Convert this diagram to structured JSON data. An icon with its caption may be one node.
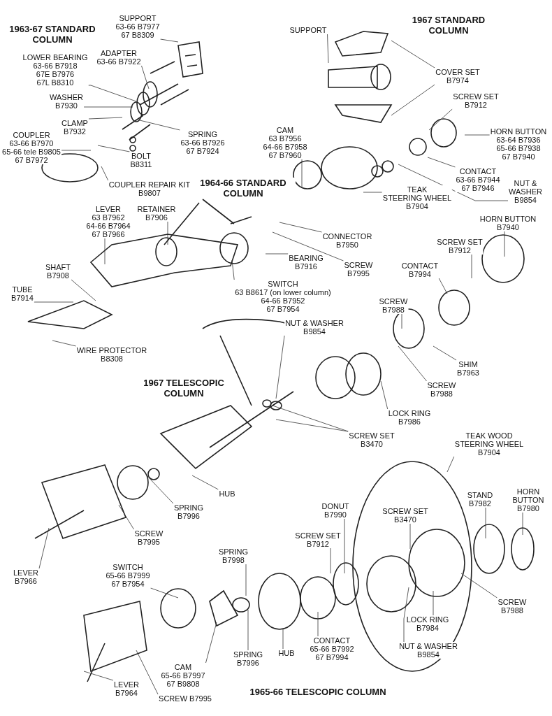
{
  "diagram": {
    "nodes": [
      {
        "text": [
          "SUPPORT",
          "63-66 B7977",
          "67 B8309"
        ]
      },
      {
        "text": [
          "ADAPTER",
          "63-66  B7922"
        ]
      },
      {
        "text": [
          "LOWER BEARING",
          "63-66 B7918",
          "67E B7976",
          "67L B8310"
        ]
      },
      {
        "text": [
          "WASHER",
          "B7930"
        ]
      },
      {
        "text": [
          "CLAMP",
          "B7932"
        ]
      },
      {
        "text": [
          "SPRING",
          "63-66  B7926",
          "67  B7924"
        ]
      },
      {
        "text": [
          "COUPLER",
          "63-66 B7970",
          "65-66 tele B9805",
          "67 B7972"
        ]
      },
      {
        "text": [
          "BOLT",
          "B8311"
        ]
      },
      {
        "text": [
          "COUPLER REPAIR KIT",
          "B9807"
        ]
      },
      {
        "text": [
          "CAM",
          "63  B7956",
          "64-66  B7958",
          "67  B7960"
        ]
      },
      {
        "text": [
          "SUPPORT"
        ]
      },
      {
        "text": [
          "COVER SET",
          "B7974"
        ]
      },
      {
        "text": [
          "SCREW SET",
          "B7912"
        ]
      },
      {
        "text": [
          "HORN BUTTON",
          "63-64  B7936",
          "65-66  B7938",
          "67  B7940"
        ]
      },
      {
        "text": [
          "CONTACT",
          "63-66  B7944",
          "67  B7946"
        ]
      },
      {
        "text": [
          "NUT &",
          "WASHER",
          "B9854"
        ]
      },
      {
        "text": [
          "TEAK",
          "STEERING WHEEL",
          "B7904"
        ]
      },
      {
        "text": [
          "HORN BUTTON",
          "B7940"
        ]
      },
      {
        "text": [
          "CONNECTOR",
          "B7950"
        ]
      },
      {
        "text": [
          "LEVER",
          "63  B7962",
          "64-66  B7964",
          "67  B7966"
        ]
      },
      {
        "text": [
          "RETAINER",
          "B7906"
        ]
      },
      {
        "text": [
          "BEARING",
          "B7916"
        ]
      },
      {
        "text": [
          "SCREW",
          "B7995"
        ]
      },
      {
        "text": [
          "SWITCH",
          "63  B8617 (on lower column)",
          "64-66  B7952",
          "67  B7954"
        ]
      },
      {
        "text": [
          "SHAFT",
          "B7908"
        ]
      },
      {
        "text": [
          "TUBE",
          "B7914"
        ]
      },
      {
        "text": [
          "WIRE PROTECTOR",
          "B8308"
        ]
      },
      {
        "text": [
          "SCREW SET",
          "B7912"
        ]
      },
      {
        "text": [
          "CONTACT",
          "B7994"
        ]
      },
      {
        "text": [
          "SCREW",
          "B7988"
        ]
      },
      {
        "text": [
          "NUT & WASHER",
          "B9854"
        ]
      },
      {
        "text": [
          "SHIM",
          "B7963"
        ]
      },
      {
        "text": [
          "SCREW",
          "B7988"
        ]
      },
      {
        "text": [
          "LOCK RING",
          "B7986"
        ]
      },
      {
        "text": [
          "SCREW SET",
          "B3470"
        ]
      },
      {
        "text": [
          "TEAK WOOD",
          "STEERING WHEEL",
          "B7904"
        ]
      },
      {
        "text": [
          "HUB"
        ]
      },
      {
        "text": [
          "SPRING",
          "B7996"
        ]
      },
      {
        "text": [
          "SCREW",
          "B7995"
        ]
      },
      {
        "text": [
          "LEVER",
          "B7966"
        ]
      },
      {
        "text": [
          "SWITCH",
          "65-66  B7999",
          "67  B7954"
        ]
      },
      {
        "text": [
          "SPRING",
          "B7998"
        ]
      },
      {
        "text": [
          "CAM",
          "65-66  B7997",
          "67  B9808"
        ]
      },
      {
        "text": [
          "SPRING",
          "B7996"
        ]
      },
      {
        "text": [
          "LEVER",
          "B7964"
        ]
      },
      {
        "text": [
          "SCREW  B7995"
        ]
      },
      {
        "text": [
          "HUB"
        ]
      },
      {
        "text": [
          "CONTACT",
          "65-66  B7992",
          "67  B7994"
        ]
      },
      {
        "text": [
          "DONUT",
          "B7990"
        ]
      },
      {
        "text": [
          "SCREW SET",
          "B7912"
        ]
      },
      {
        "text": [
          "SCREW SET",
          "B3470"
        ]
      },
      {
        "text": [
          "STAND",
          "B7982"
        ]
      },
      {
        "text": [
          "HORN",
          "BUTTON",
          "B7980"
        ]
      },
      {
        "text": [
          "SCREW",
          "B7988"
        ]
      },
      {
        "text": [
          "LOCK RING",
          "B7984"
        ]
      },
      {
        "text": [
          "NUT & WASHER",
          "B9854"
        ]
      },
      {
        "text": [],
        "shape": "picture"
      }
    ],
    "edges": [
      {
        "from": 0,
        "to": 56,
        "arrow": "none"
      },
      {
        "from": 1,
        "to": null,
        "arrow": "none"
      },
      {
        "from": 2,
        "to": null,
        "arrow": "none"
      },
      {
        "from": 3,
        "to": null,
        "arrow": "none"
      },
      {
        "from": 4,
        "to": null,
        "arrow": "none"
      },
      {
        "from": 5,
        "to": null,
        "arrow": "none"
      },
      {
        "from": 6,
        "to": null,
        "arrow": "none"
      },
      {
        "from": 7,
        "to": null,
        "arrow": "none"
      },
      {
        "from": 8,
        "to": null,
        "arrow": "none"
      },
      {
        "from": 9,
        "to": null,
        "arrow": "none"
      },
      {
        "from": 10,
        "to": null,
        "arrow": "none"
      },
      {
        "from": 11,
        "to": null,
        "arrow": "none"
      },
      {
        "from": 11,
        "to": null,
        "arrow": "none"
      },
      {
        "from": 12,
        "to": null,
        "arrow": "none"
      },
      {
        "from": 13,
        "to": null,
        "arrow": "none"
      },
      {
        "from": 14,
        "to": null,
        "arrow": "none"
      },
      {
        "from": 15,
        "to": null,
        "arrow": "none"
      },
      {
        "from": 16,
        "to": null,
        "arrow": "none"
      },
      {
        "from": 17,
        "to": null,
        "arrow": "none"
      },
      {
        "from": 18,
        "to": null,
        "arrow": "none"
      },
      {
        "from": 19,
        "to": null,
        "arrow": "none"
      },
      {
        "from": 20,
        "to": null,
        "arrow": "none"
      },
      {
        "from": 21,
        "to": null,
        "arrow": "none"
      },
      {
        "from": 22,
        "to": null,
        "arrow": "none"
      },
      {
        "from": 23,
        "to": null,
        "arrow": "none"
      },
      {
        "from": 24,
        "to": null,
        "arrow": "none"
      },
      {
        "from": 25,
        "to": null,
        "arrow": "none"
      },
      {
        "from": 26,
        "to": null,
        "arrow": "none"
      },
      {
        "from": 27,
        "to": null,
        "arrow": "none"
      },
      {
        "from": 28,
        "to": null,
        "arrow": "none"
      },
      {
        "from": 29,
        "to": null,
        "arrow": "none"
      },
      {
        "from": 30,
        "to": null,
        "arrow": "none"
      },
      {
        "from": 31,
        "to": null,
        "arrow": "none"
      },
      {
        "from": 32,
        "to": null,
        "arrow": "none"
      },
      {
        "from": 33,
        "to": null,
        "arrow": "none"
      },
      {
        "from": 34,
        "to": null,
        "arrow": "none"
      },
      {
        "from": 34,
        "to": null,
        "arrow": "none"
      },
      {
        "from": 35,
        "to": null,
        "arrow": "none"
      },
      {
        "from": 36,
        "to": null,
        "arrow": "none"
      },
      {
        "from": 37,
        "to": null,
        "arrow": "none"
      },
      {
        "from": 38,
        "to": null,
        "arrow": "none"
      },
      {
        "from": 39,
        "to": null,
        "arrow": "none"
      },
      {
        "from": 40,
        "to": null,
        "arrow": "none"
      },
      {
        "from": 41,
        "to": null,
        "arrow": "none"
      },
      {
        "from": 42,
        "to": null,
        "arrow": "none"
      },
      {
        "from": 43,
        "to": null,
        "arrow": "none"
      },
      {
        "from": 44,
        "to": null,
        "arrow": "none"
      },
      {
        "from": 45,
        "to": null,
        "arrow": "none"
      },
      {
        "from": 46,
        "to": null,
        "arrow": "none"
      },
      {
        "from": 47,
        "to": null,
        "arrow": "none"
      },
      {
        "from": 48,
        "to": null,
        "arrow": "none"
      },
      {
        "from": 49,
        "to": null,
        "arrow": "none"
      },
      {
        "from": 50,
        "to": null,
        "arrow": "none"
      },
      {
        "from": 51,
        "to": null,
        "arrow": "none"
      },
      {
        "from": 52,
        "to": null,
        "arrow": "none"
      },
      {
        "from": 53,
        "to": null,
        "arrow": "none"
      },
      {
        "from": 54,
        "to": null,
        "arrow": "none"
      },
      {
        "from": 55,
        "to": null,
        "arrow": "none"
      }
    ],
    "labels": [
      "1963-67 STANDARD COLUMN",
      "1967 STANDARD COLUMN",
      "1964-66 STANDARD COLUMN",
      "1967 TELESCOPIC COLUMN",
      "1965-66 TELESCOPIC COLUMN"
    ]
  }
}
